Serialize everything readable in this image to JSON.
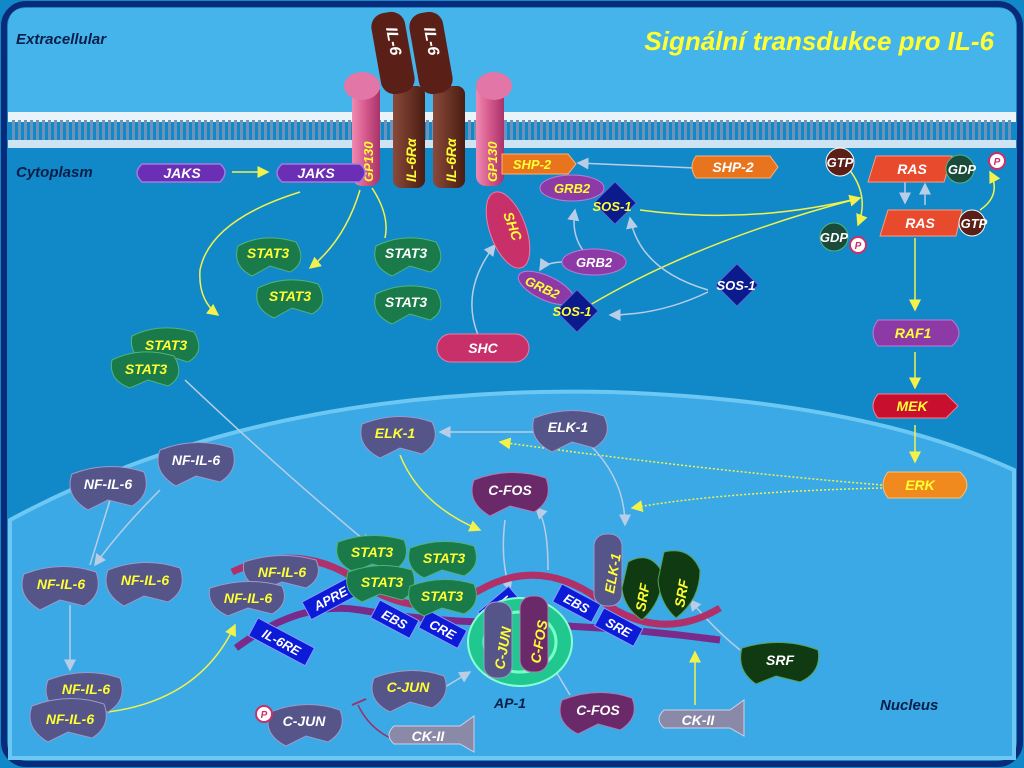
{
  "title": "Signální transdukce pro IL-6",
  "regions": {
    "extracellular": "Extracellular",
    "cytoplasm": "Cytoplasm",
    "nucleus": "Nucleus"
  },
  "receptor": {
    "ligand_1": "IL-6",
    "ligand_2": "IL-6",
    "gp130_left": "GP130",
    "il6ra_left": "IL-6Rα",
    "il6ra_right": "IL-6Rα",
    "gp130_right": "GP130"
  },
  "cytoplasm": {
    "jaks_free": "JAKS",
    "jaks_bound": "JAKS",
    "stat3_a": "STAT3",
    "stat3_b": "STAT3",
    "stat3_c": "STAT3",
    "stat3_d": "STAT3",
    "stat3_dimer_top": "STAT3",
    "stat3_dimer_bottom": "STAT3",
    "shp2_bound": "SHP-2",
    "shp2_free": "SHP-2",
    "grb2_top": "GRB2",
    "sos1_top": "SOS-1",
    "shc_bound": "SHC",
    "grb2_mid": "GRB2",
    "grb2_low": "GRB2",
    "sos1_low": "SOS-1",
    "sos1_free": "SOS-1",
    "shc_free": "SHC",
    "ras_gdp": "RAS",
    "gdp_on_ras": "GDP",
    "p_top": "P",
    "ras_gtp": "RAS",
    "gtp_on_ras": "GTP",
    "gtp_free": "GTP",
    "gdp_free": "GDP",
    "p_free": "P",
    "raf1": "RAF1",
    "mek": "MEK",
    "erk": "ERK"
  },
  "nucleus": {
    "elk1_yellow": "ELK-1",
    "elk1_white": "ELK-1",
    "nfil6_a": "NF-IL-6",
    "nfil6_b": "NF-IL-6",
    "nfil6_c": "NF-IL-6",
    "nfil6_d": "NF-IL-6",
    "nfil6_e": "NF-IL-6",
    "nfil6_f": "NF-IL-6",
    "nfil6_dna_top": "NF-IL-6",
    "nfil6_dna_bottom": "NF-IL-6",
    "cfos_top": "C-FOS",
    "stat3_dna_1": "STAT3",
    "stat3_dna_2": "STAT3",
    "stat3_dna_3": "STAT3",
    "stat3_dna_4": "STAT3",
    "elk1_dna": "ELK-1",
    "srf_dna_1": "SRF",
    "srf_dna_2": "SRF",
    "srf_free": "SRF",
    "apre": "APRE",
    "il6re": "IL-6RE",
    "ebs_left": "EBS",
    "cre": "CRE",
    "tre": "TRE",
    "ebs_right": "EBS",
    "sre": "SRE",
    "cjun_ap1": "C-JUN",
    "cfos_ap1": "C-FOS",
    "ap1": "AP-1",
    "cjun_free": "C-JUN",
    "cjun_p": "C-JUN",
    "p_cjun": "P",
    "ckii_left": "CK-II",
    "cfos_bottom": "C-FOS",
    "ckii_right": "CK-II"
  },
  "colors": {
    "background": "#1189c9",
    "extracellular": "#45b4ea",
    "nucleus": "#3aa9e5",
    "title": "#ffff33",
    "purple": "#6a2fb5",
    "green": "#1a7a4a",
    "pink": "#c8306a",
    "orange": "#e8751e",
    "navy": "#0b1b8c",
    "nfil6": "#55558a"
  }
}
